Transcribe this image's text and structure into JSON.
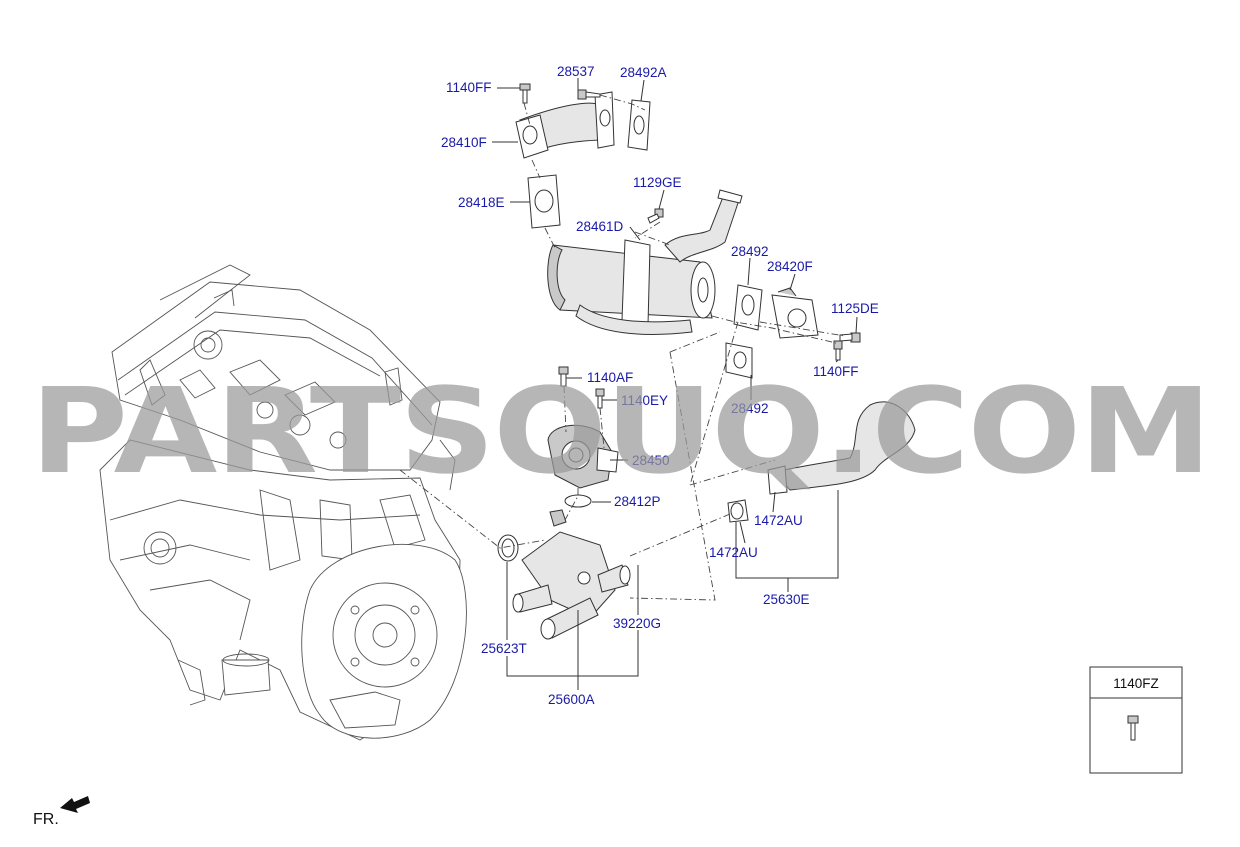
{
  "labels": {
    "p1140FF_top": "1140FF",
    "p28537": "28537",
    "p28492A": "28492A",
    "p28410F": "28410F",
    "p28418E": "28418E",
    "p1129GE": "1129GE",
    "p28461D": "28461D",
    "p28492_a": "28492",
    "p28420F": "28420F",
    "p1125DE": "1125DE",
    "p1140FF_mid": "1140FF",
    "p1140AF": "1140AF",
    "p1140EY": "1140EY",
    "p28492_b": "28492",
    "p28450": "28450",
    "p28412P": "28412P",
    "p1472AU_a": "1472AU",
    "p1472AU_b": "1472AU",
    "p25630E": "25630E",
    "p39220G": "39220G",
    "p25623T": "25623T",
    "p25600A": "25600A"
  },
  "legend_box": {
    "label": "1140FZ"
  },
  "orientation": {
    "label": "FR."
  },
  "watermark": {
    "text": "PARTSOUQ.COM",
    "color": "#9b9b9b"
  },
  "colors": {
    "label": "#1a1aa8",
    "line": "#333333"
  }
}
